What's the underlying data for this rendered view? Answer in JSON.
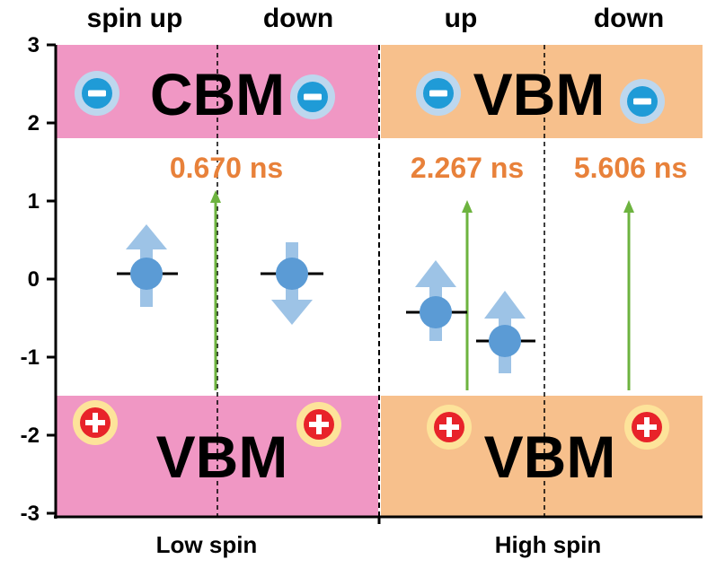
{
  "column_labels": {
    "spin_up": "spin up",
    "low_down": "down",
    "high_up": "up",
    "high_down": "down"
  },
  "panels": {
    "low_spin": {
      "label": "Low spin",
      "top_band": "CBM",
      "bottom_band": "VBM",
      "color": "#f097c4"
    },
    "high_spin": {
      "label": "High spin",
      "top_band": "VBM",
      "bottom_band": "VBM",
      "color": "#f7c08c"
    }
  },
  "lifetimes": {
    "low_spin": "0.670 ns",
    "high_spin_up": "2.267 ns",
    "high_spin_down": "5.606 ns"
  },
  "y_axis": {
    "range": [
      -3,
      3
    ],
    "ticks": [
      "3",
      "2",
      "1",
      "0",
      "-1",
      "-2",
      "-3"
    ]
  },
  "band_edges": {
    "top_band_bottom": 1.8,
    "bottom_band_top": -1.45
  },
  "defect_levels": [
    {
      "panel": "low_spin",
      "spin": "up",
      "energy": 0.07
    },
    {
      "panel": "low_spin",
      "spin": "down",
      "energy": 0.07
    },
    {
      "panel": "high_spin",
      "spin": "up",
      "energy": -0.42
    },
    {
      "panel": "high_spin",
      "spin": "up",
      "energy": -0.8
    }
  ],
  "colors": {
    "lifetime_text": "#e8813a",
    "transition_arrow": "#6db33f",
    "electron": "#5b9bd5",
    "spin_arrow": "#9dc3e6",
    "electron_symbol_ring": "#bdd7ee",
    "electron_symbol_core": "#1f9bd7",
    "hole_symbol_ring": "#fde39a",
    "hole_symbol_core": "#e8232a"
  }
}
